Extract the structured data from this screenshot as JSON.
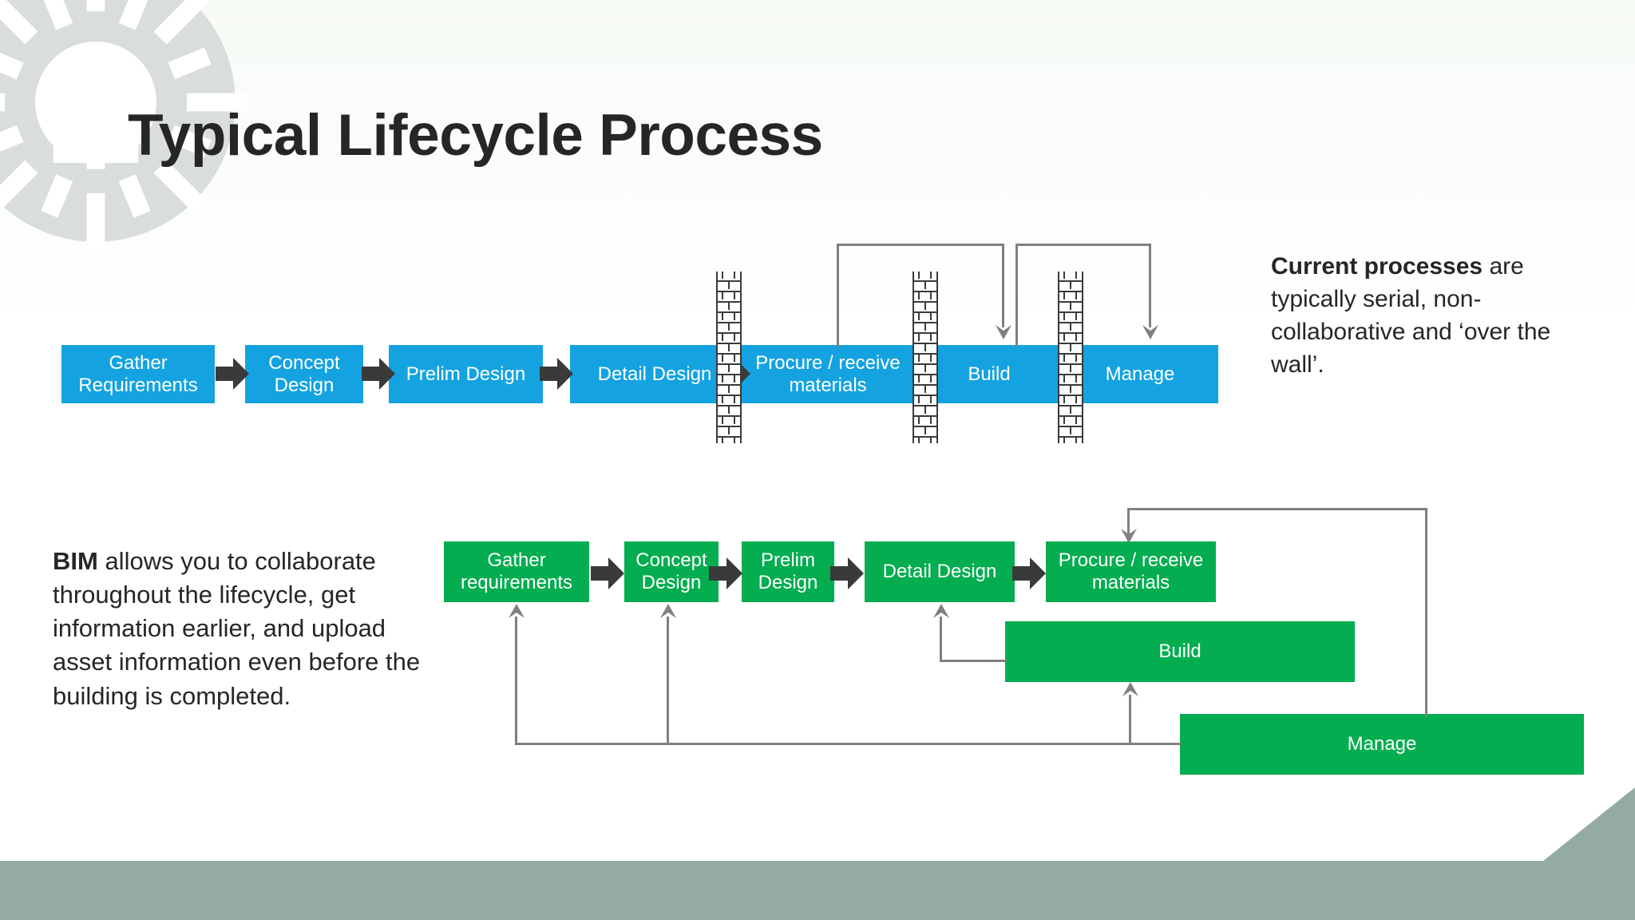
{
  "slide": {
    "title": "Typical Lifecycle Process",
    "background_color": "#ffffff",
    "footer_color": "#94aba3",
    "accent_blue": "#14a3e0",
    "accent_green": "#03ad50",
    "connector_gray": "#808080",
    "arrow_dark": "#3a3a3a"
  },
  "decor": {
    "gear_name": "gear-icon",
    "gear_color": "#d9dedb"
  },
  "current_process": {
    "boxes": [
      {
        "label": "Gather\nRequirements",
        "line1": "Gather",
        "line2": "Requirements"
      },
      {
        "label": "Concept\nDesign",
        "line1": "Concept",
        "line2": "Design"
      },
      {
        "label": "Prelim Design",
        "line1": "Prelim Design",
        "line2": ""
      },
      {
        "label": "Detail Design",
        "line1": "Detail Design",
        "line2": ""
      },
      {
        "label": "Procure / receive\nmaterials",
        "line1": "Procure / receive",
        "line2": "materials"
      },
      {
        "label": "Build",
        "line1": "Build",
        "line2": ""
      },
      {
        "label": "Manage",
        "line1": "Manage",
        "line2": ""
      }
    ],
    "walls": 3,
    "wall_name": "brick-wall-divider"
  },
  "current_caption": {
    "strong": "Current processes",
    "rest": " are typically serial, non-collaborative and ‘over the wall’."
  },
  "bim_caption": {
    "strong": "BIM",
    "rest": " allows you to collaborate throughout the lifecycle, get information earlier, and upload asset information even before the building is completed."
  },
  "bim_process": {
    "boxes": [
      {
        "label": "Gather requirements",
        "line1": "Gather",
        "line2": "requirements"
      },
      {
        "label": "Concept Design",
        "line1": "Concept",
        "line2": "Design"
      },
      {
        "label": "Prelim Design",
        "line1": "Prelim",
        "line2": "Design"
      },
      {
        "label": "Detail Design",
        "line1": "Detail Design",
        "line2": ""
      },
      {
        "label": "Procure / receive materials",
        "line1": "Procure / receive",
        "line2": "materials"
      },
      {
        "label": "Build",
        "line1": "Build",
        "line2": ""
      },
      {
        "label": "Manage",
        "line1": "Manage",
        "line2": ""
      }
    ]
  }
}
